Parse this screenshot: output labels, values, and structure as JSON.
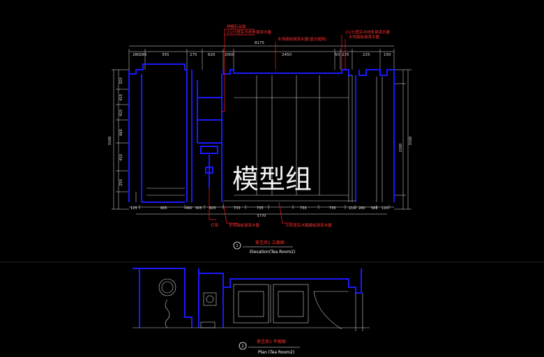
{
  "watermark": "模型组",
  "elevation": {
    "title_cn": "茶艺房2  立面图",
    "title_en": "Elevation(Tea Room2)",
    "marker_number": "1",
    "top_dims_row1": [
      "280",
      "285",
      "",
      "355",
      "",
      "275",
      "620",
      "",
      "2000",
      "",
      "2450",
      "",
      "50",
      "225",
      "",
      "225",
      "150"
    ],
    "top_overall": "8175",
    "bottom_dims": [
      "125",
      "665",
      "",
      "460",
      "",
      "305",
      "605",
      "",
      "733",
      "735",
      "",
      "733",
      "",
      "735",
      "",
      "210",
      "280",
      "",
      "585",
      "120"
    ],
    "bottom_overall": "5770",
    "left_dims": [
      "320",
      "410",
      "410",
      "660",
      "410",
      "250"
    ],
    "left_overall": "3100",
    "right_overall": "3100",
    "right_dim_inner": "2200",
    "annotations_top": [
      "啡檀石台面",
      "2公分宽实木线条钢漆木器",
      "木饰面板钢漆木器(蓝白缝隙)",
      "2公分宽实木线条钢漆木器",
      "木饰面板钢漆木器"
    ],
    "annotations_bottom": [
      "灯带",
      "木饰面板钢漆木器",
      "100宽实木踢脚板钢漆木器"
    ]
  },
  "plan": {
    "title_cn": "茶艺房2  平面图",
    "title_en": "Plan (Tea Room2)",
    "marker_number": "2"
  }
}
